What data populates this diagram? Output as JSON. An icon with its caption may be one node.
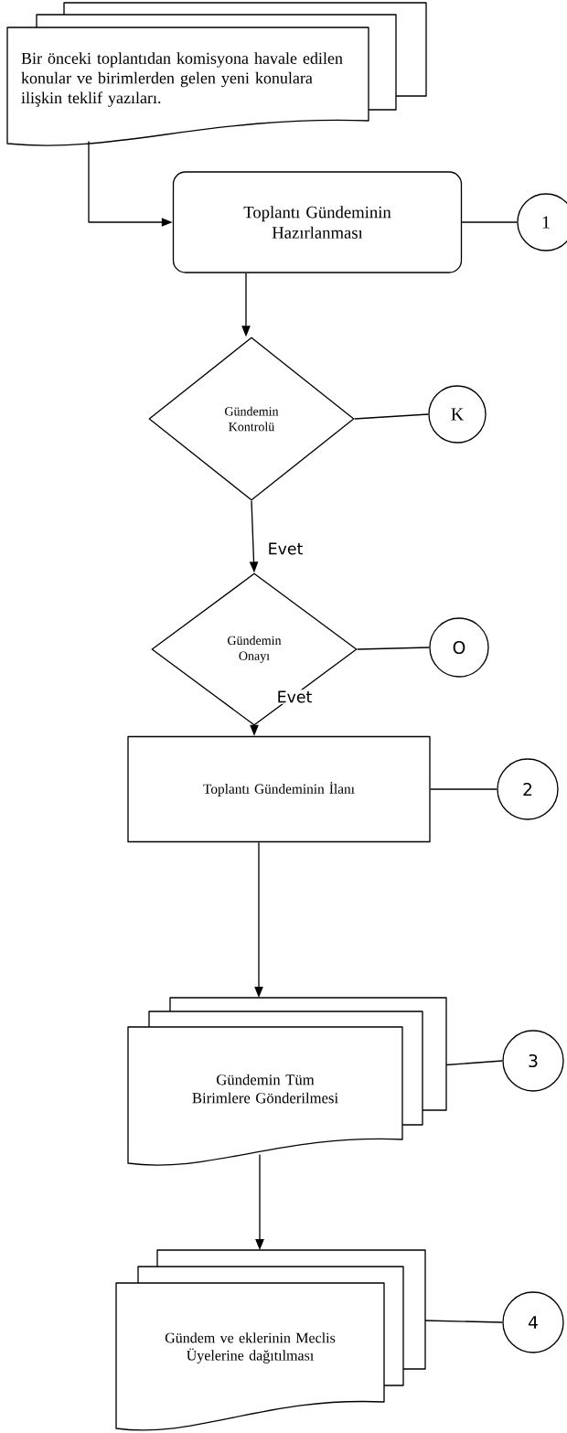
{
  "diagram": {
    "nodes": [
      {
        "text": [
          "Bir önceki toplantıdan komisyona havale edilen konular ve birimlerden gelen yeni konulara ilişkin teklif yazıları."
        ]
      },
      {
        "text": [
          "Toplantı Gündeminin Hazırlanması"
        ]
      },
      {
        "text": [
          "1"
        ]
      },
      {
        "text": [
          "Gündemin Kontrolü"
        ]
      },
      {
        "text": [
          "K"
        ]
      },
      {
        "text": [
          "Gündemin Onayı"
        ]
      },
      {
        "text": [
          "O"
        ]
      },
      {
        "text": [
          "Toplantı Gündeminin İlanı"
        ]
      },
      {
        "text": [
          "2"
        ]
      },
      {
        "text": [
          "Gündemin Tüm Birimlere Gönderilmesi"
        ]
      },
      {
        "text": [
          "3"
        ]
      },
      {
        "text": [
          "Gündem ve eklerinin Meclis Üyelerine dağıtılması"
        ]
      },
      {
        "text": [
          "4"
        ]
      }
    ],
    "edges": [
      {
        "from": 0,
        "to": 1,
        "arrow": "to"
      },
      {
        "from": 1,
        "to": 2,
        "arrow": "none"
      },
      {
        "from": 1,
        "to": 3,
        "arrow": "to"
      },
      {
        "from": 3,
        "to": 4,
        "arrow": "none"
      },
      {
        "from": 3,
        "to": 5,
        "arrow": "to",
        "label": "Evet"
      },
      {
        "from": 5,
        "to": 6,
        "arrow": "none"
      },
      {
        "from": 5,
        "to": 7,
        "arrow": "to",
        "label": "Evet"
      },
      {
        "from": 7,
        "to": 8,
        "arrow": "none"
      },
      {
        "from": 7,
        "to": 9,
        "arrow": "to"
      },
      {
        "from": 9,
        "to": 10,
        "arrow": "none"
      },
      {
        "from": 9,
        "to": 11,
        "arrow": "to"
      },
      {
        "from": 11,
        "to": 12,
        "arrow": "none"
      }
    ]
  }
}
